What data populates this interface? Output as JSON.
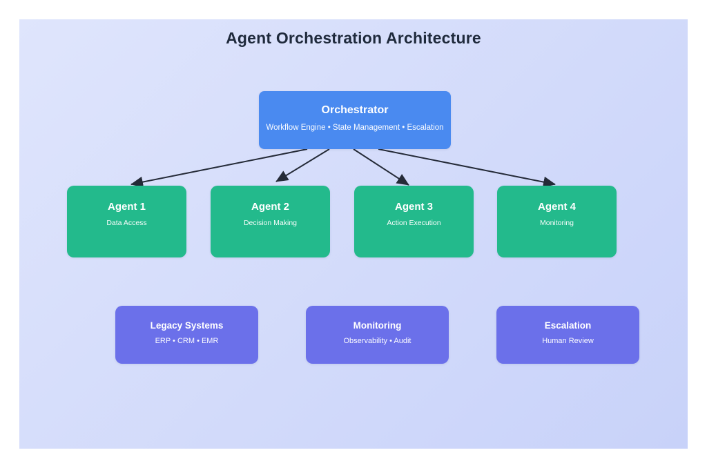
{
  "title": "Agent Orchestration Architecture",
  "orchestrator": {
    "title": "Orchestrator",
    "subtitle": "Workflow Engine • State Management • Escalation"
  },
  "agents": [
    {
      "title": "Agent 1",
      "subtitle": "Data Access"
    },
    {
      "title": "Agent 2",
      "subtitle": "Decision Making"
    },
    {
      "title": "Agent 3",
      "subtitle": "Action Execution"
    },
    {
      "title": "Agent 4",
      "subtitle": "Monitoring"
    }
  ],
  "systems": [
    {
      "title": "Legacy Systems",
      "subtitle": "ERP • CRM • EMR"
    },
    {
      "title": "Monitoring",
      "subtitle": "Observability • Audit"
    },
    {
      "title": "Escalation",
      "subtitle": "Human Review"
    }
  ],
  "colors": {
    "orchestrator-fill": "#4a8af0",
    "agent-fill": "#23ba8c",
    "system-fill": "#6b70ea",
    "arrow": "#252b38",
    "title-text": "#1f2a3c",
    "panel-top": "#dfe5fc",
    "panel-bottom": "#c8d2f9"
  }
}
